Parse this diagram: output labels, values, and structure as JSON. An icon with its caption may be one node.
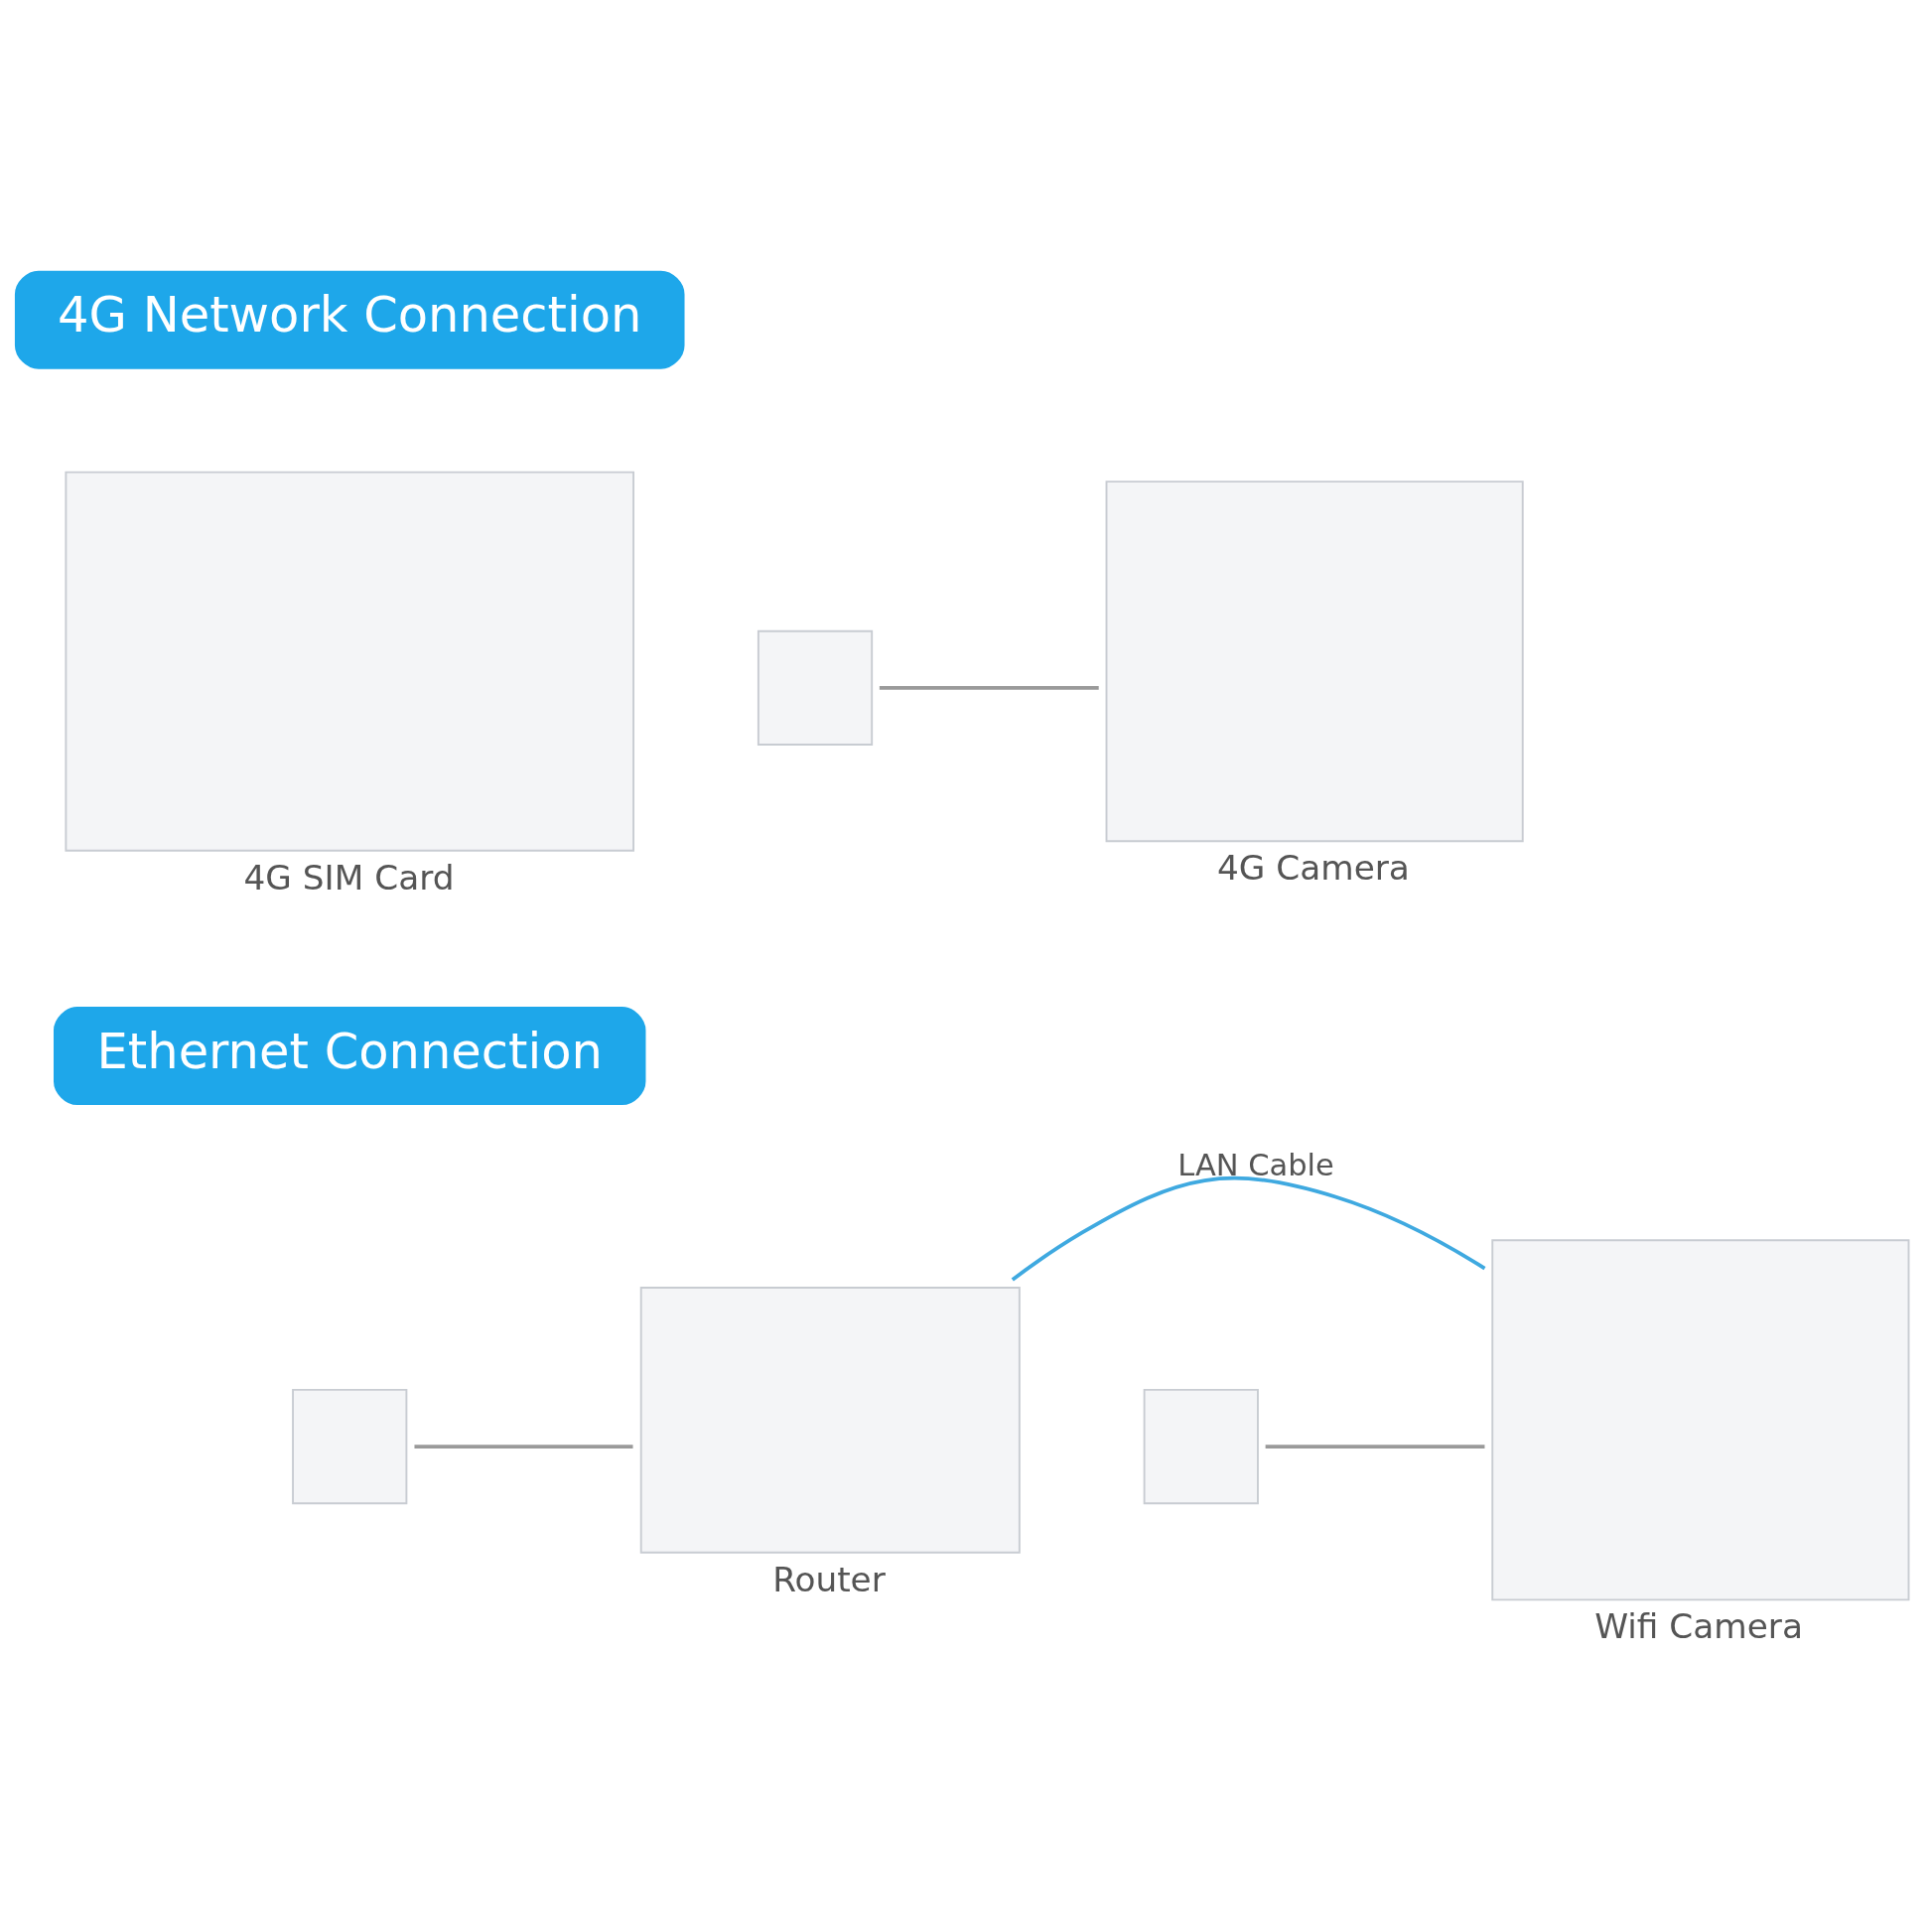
{
  "diagram": {
    "nodes": [
      {
        "text": [
          "4G Network Connection"
        ]
      },
      {
        "text": [],
        "shape": "box",
        "beside": [
          "4G SIM Card"
        ]
      },
      {
        "text": [],
        "shape": "box",
        "beside": [
          "4G Camera"
        ]
      },
      {
        "text": [],
        "shape": "box"
      },
      {
        "text": [
          "Ethernet Connection"
        ]
      },
      {
        "text": [],
        "shape": "box"
      },
      {
        "text": [],
        "shape": "box",
        "beside": [
          "Router"
        ]
      },
      {
        "text": [],
        "shape": "box",
        "beside": [
          "Wifi Camera"
        ]
      },
      {
        "text": [],
        "shape": "box"
      }
    ],
    "edges": [
      {
        "from": 3,
        "to": 2,
        "arrow": "none"
      },
      {
        "from": 5,
        "to": 6,
        "arrow": "none"
      },
      {
        "from": 6,
        "to": 7,
        "arrow": "none",
        "label": "LAN Cable",
        "color": "#3fa9e0"
      },
      {
        "from": 8,
        "to": 7,
        "arrow": "none"
      }
    ]
  }
}
